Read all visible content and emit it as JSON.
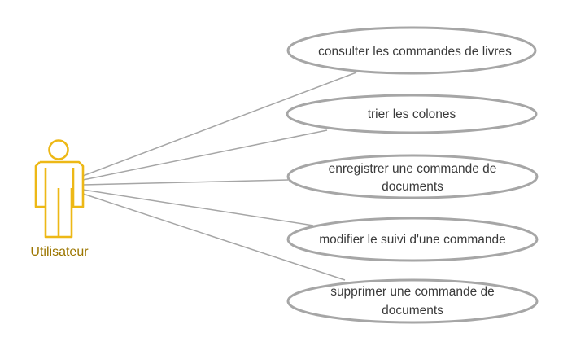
{
  "colors": {
    "actor": "#EDB816",
    "actor_label": "#9C7600",
    "ellipse_stroke": "#A6A6A6",
    "ellipse_fill": "#FFFFFF",
    "line": "#A6A6A6",
    "text": "#3A3A3A"
  },
  "actor": {
    "label": "Utilisateur",
    "icon": "person-icon"
  },
  "use_cases": [
    {
      "id": "uc1",
      "line1": "consulter les commandes de livres",
      "line2": ""
    },
    {
      "id": "uc2",
      "line1": "trier les colones",
      "line2": ""
    },
    {
      "id": "uc3",
      "line1": "enregistrer une commande de",
      "line2": "documents"
    },
    {
      "id": "uc4",
      "line1": "modifier le suivi d'une commande",
      "line2": ""
    },
    {
      "id": "uc5",
      "line1": "supprimer une commande de",
      "line2": "documents"
    }
  ]
}
